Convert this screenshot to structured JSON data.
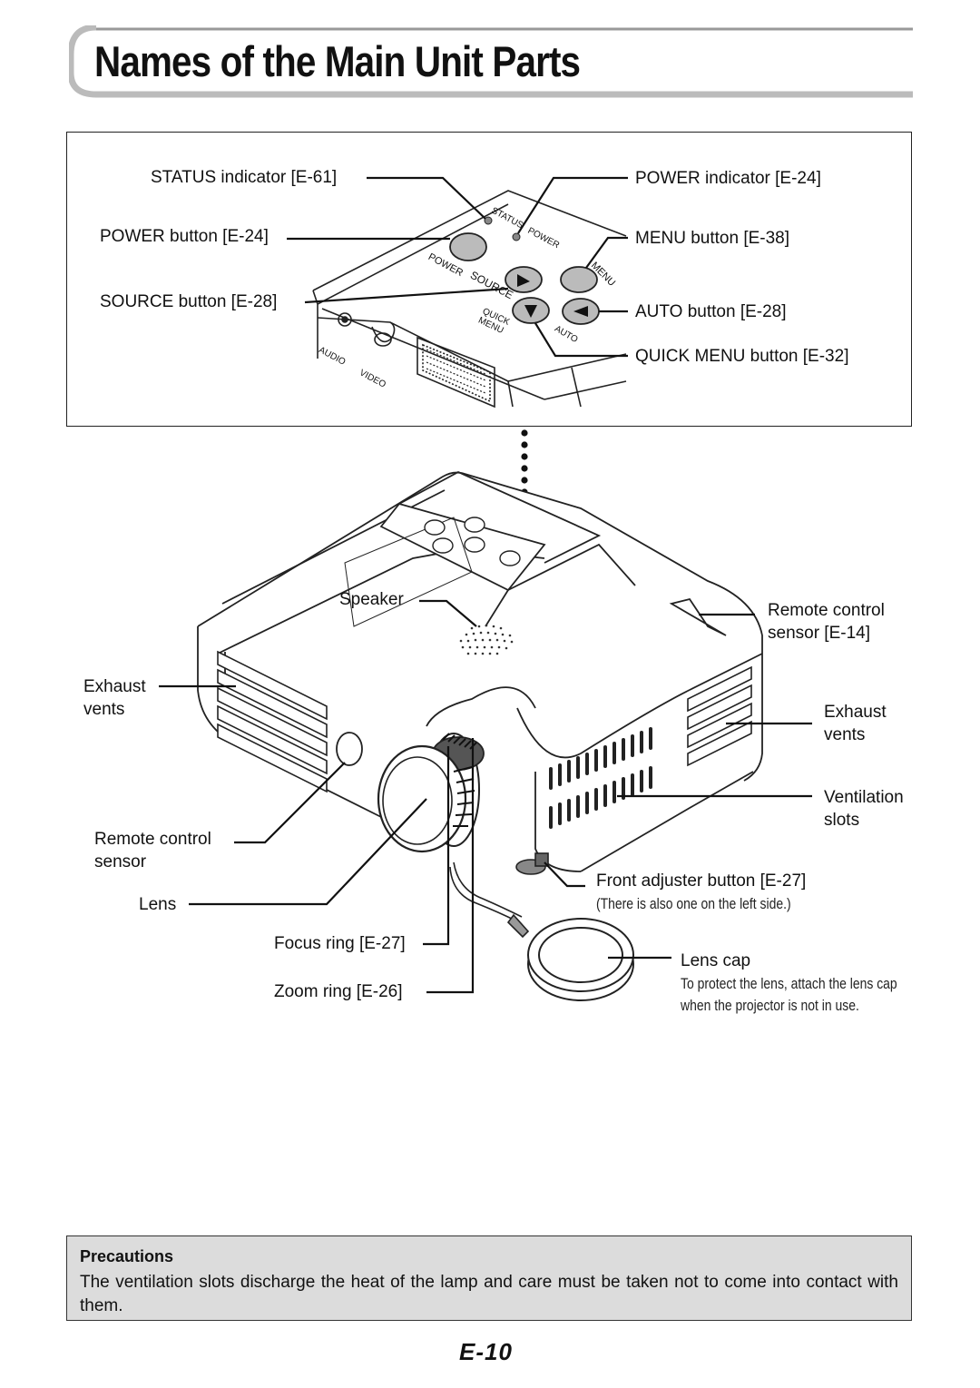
{
  "page": {
    "title": "Names of the Main Unit Parts",
    "page_number": "E-10"
  },
  "detail_labels": {
    "status_indicator": "STATUS indicator [E-61]",
    "power_button": "POWER button [E-24]",
    "source_button": "SOURCE button [E-28]",
    "power_indicator": "POWER indicator [E-24]",
    "menu_button": "MENU button [E-38]",
    "auto_button": "AUTO button [E-28]",
    "quick_menu_button": "QUICK MENU button [E-32]"
  },
  "panel_print": {
    "status": "STATUS",
    "power": "POWER",
    "power_btn": "POWER",
    "source": "SOURCE",
    "menu": "MENU",
    "quick_menu": "QUICK MENU",
    "auto": "AUTO",
    "audio": "AUDIO",
    "video": "VIDEO"
  },
  "main_labels": {
    "speaker": "Speaker",
    "remote_sensor_top": "Remote control sensor [E-14]",
    "exhaust_left": "Exhaust vents",
    "exhaust_right": "Exhaust vents",
    "ventilation": "Ventilation slots",
    "remote_sensor_left": "Remote control sensor",
    "lens": "Lens",
    "front_adjuster": "Front adjuster button [E-27]",
    "front_adjuster_note": "(There is also one on the left side.)",
    "focus_ring": "Focus ring [E-27]",
    "zoom_ring": "Zoom ring [E-26]",
    "lens_cap": "Lens cap",
    "lens_cap_note": "To protect the lens, attach the lens cap when the projector is not in use."
  },
  "precautions": {
    "heading": "Precautions",
    "text": "The ventilation slots discharge the heat of the lamp and care must be taken not to come into contact with them."
  }
}
